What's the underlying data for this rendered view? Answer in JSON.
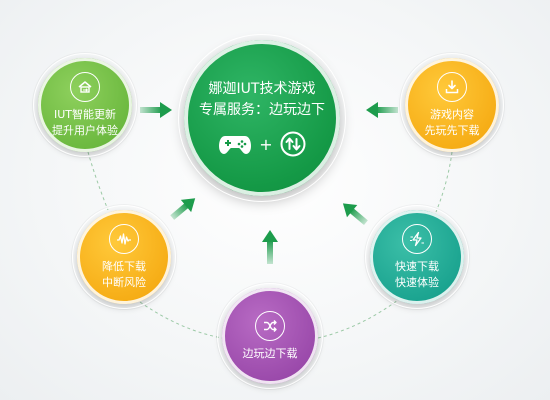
{
  "center": {
    "line1": "娜迦IUT技术游戏",
    "line2": "专属服务：边玩边下",
    "icons": [
      "gamepad-icon",
      "plus",
      "up-down-arrows-icon"
    ],
    "plus": "+",
    "color": "#159a47"
  },
  "features": [
    {
      "id": "update",
      "icon": "iut-update-icon",
      "lines": [
        "IUT智能更新",
        "提升用户体验"
      ],
      "color": "#6cb93f"
    },
    {
      "id": "download",
      "icon": "download-tray-icon",
      "lines": [
        "游戏内容",
        "先玩先下载"
      ],
      "color": "#f6ad16"
    },
    {
      "id": "risk",
      "icon": "waveform-icon",
      "lines": [
        "降低下载",
        "中断风险"
      ],
      "color": "#f6ad16"
    },
    {
      "id": "fast",
      "icon": "lightning-icon",
      "lines": [
        "快速下载",
        "快速体验"
      ],
      "color": "#1ba490"
    },
    {
      "id": "play",
      "icon": "shuffle-icon",
      "lines": [
        "边玩边下载"
      ],
      "color": "#9b4aab"
    }
  ],
  "arrow_color": "#1d9c4c"
}
